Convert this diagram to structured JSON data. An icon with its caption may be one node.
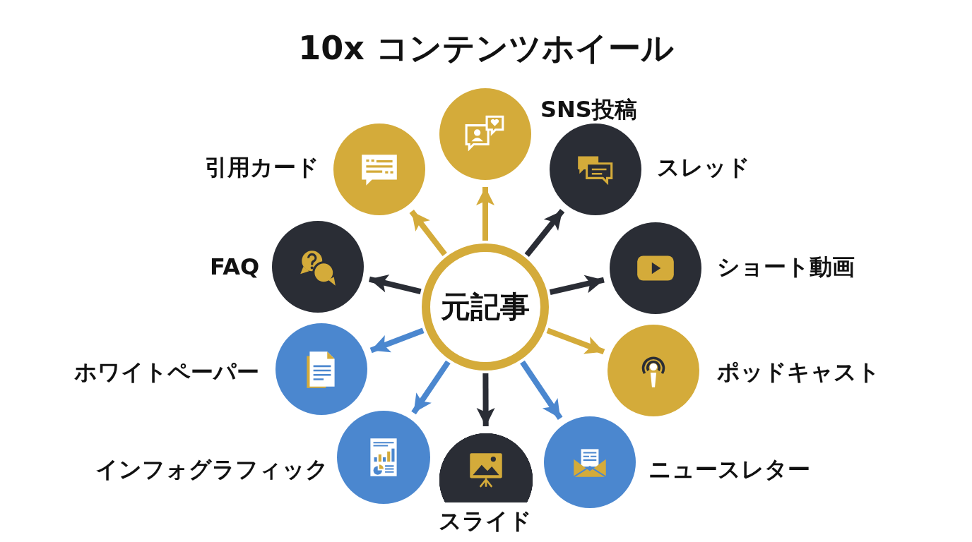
{
  "diagram": {
    "title": "10x コンテンツホイール",
    "nodes": [
      {
        "text": [
          "元記事"
        ]
      },
      {
        "text": [
          "SNS投稿"
        ]
      },
      {
        "text": [
          "スレッド"
        ]
      },
      {
        "text": [
          "ショート動画"
        ]
      },
      {
        "text": [
          "ポッドキャスト"
        ]
      },
      {
        "text": [
          "ニュースレター"
        ]
      },
      {
        "text": [
          "スライド"
        ]
      },
      {
        "text": [
          "インフォグラフィック"
        ]
      },
      {
        "text": [
          "ホワイトペーパー"
        ]
      },
      {
        "text": [
          "FAQ"
        ]
      },
      {
        "text": [
          "引用カード"
        ]
      }
    ],
    "edges": [
      {
        "from": 0,
        "to": 1,
        "arrow": "to",
        "color": "#d4ab3a"
      },
      {
        "from": 0,
        "to": 2,
        "arrow": "to"
      },
      {
        "from": 0,
        "to": 3,
        "arrow": "to"
      },
      {
        "from": 0,
        "to": 4,
        "arrow": "to",
        "color": "#d4ab3a"
      },
      {
        "from": 0,
        "to": 5,
        "arrow": "to",
        "color": "#4b87cf"
      },
      {
        "from": 0,
        "to": 6,
        "arrow": "to"
      },
      {
        "from": 0,
        "to": 7,
        "arrow": "to",
        "color": "#4b87cf"
      },
      {
        "from": 0,
        "to": 8,
        "arrow": "to",
        "color": "#4b87cf"
      },
      {
        "from": 0,
        "to": 9,
        "arrow": "to"
      },
      {
        "from": 0,
        "to": 10,
        "arrow": "to",
        "color": "#d4ab3a"
      }
    ]
  }
}
